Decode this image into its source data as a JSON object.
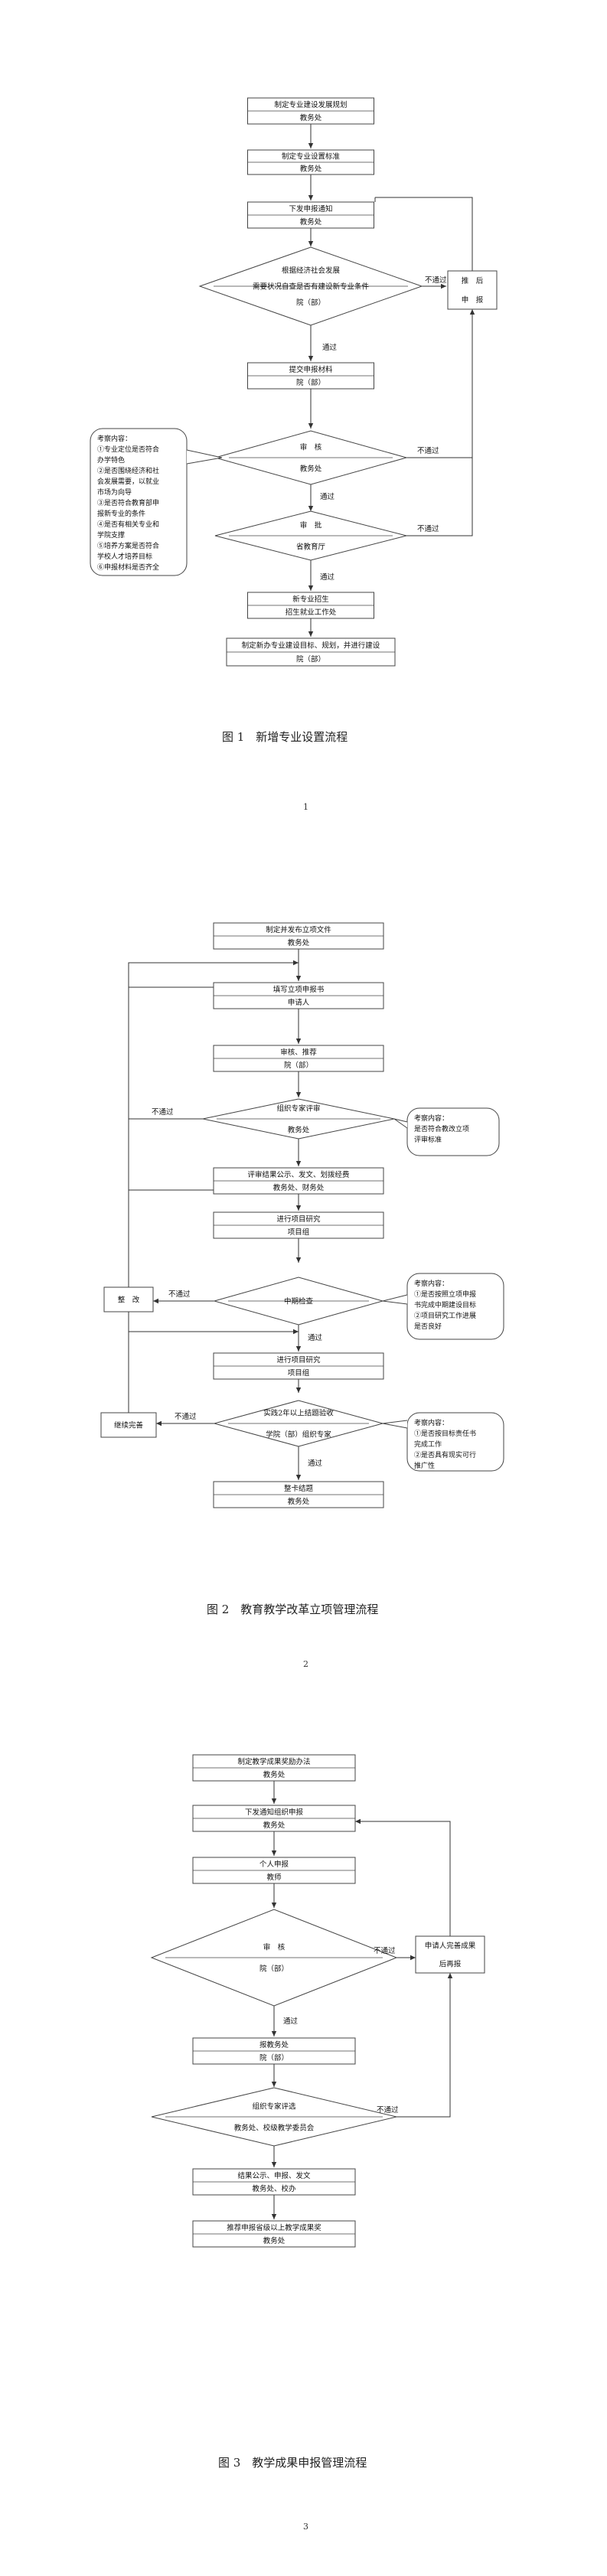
{
  "pages": [
    {
      "caption": "图 1　新增专业设置流程",
      "page_number": "1",
      "nodes": {
        "p1_plan": [
          "制定专业建设发展规划",
          "教务处"
        ],
        "p1_std": [
          "制定专业设置标准",
          "教务处"
        ],
        "p1_notice": [
          "下发申报通知",
          "教务处"
        ],
        "p1_decide": [
          "根据经济社会发展",
          "需要状况自查是否有建设新专业条件",
          "院（部）"
        ],
        "p1_defer": [
          "推　后",
          "申　报"
        ],
        "p1_submit": [
          "提交申报材料",
          "院（部）"
        ],
        "p1_review": [
          "审　核",
          "教务处"
        ],
        "p1_approve": [
          "审　批",
          "省教育厅"
        ],
        "p1_enroll": [
          "新专业招生",
          "招生就业工作处"
        ],
        "p1_goal": [
          "制定新办专业建设目标、规划，并进行建设",
          "院（部）"
        ],
        "p1_note": [
          "考察内容：",
          "①专业定位是否符合",
          "办学特色",
          "②是否围绕经济和社",
          "会发展需要，以就业",
          "市场为向导",
          "③是否符合教育部申",
          "报新专业的条件",
          "④是否有相关专业和",
          "学院支撑",
          "⑤培养方案是否符合",
          "学校人才培养目标",
          "⑥申报材料是否齐全"
        ]
      },
      "edges": {
        "not_pass": "不通过",
        "pass": "通过"
      }
    },
    {
      "caption": "图 2　教育教学改革立项管理流程",
      "page_number": "2",
      "nodes": {
        "p2_file": [
          "制定并发布立项文件",
          "教务处"
        ],
        "p2_apply": [
          "填写立项申报书",
          "申请人"
        ],
        "p2_recommend": [
          "审核、推荐",
          "院（部）"
        ],
        "p2_expert": [
          "组织专家评审",
          "教务处"
        ],
        "p2_publish": [
          "评审结果公示、发文、划拨经费",
          "教务处、财务处"
        ],
        "p2_research1": [
          "进行项目研究",
          "项目组"
        ],
        "p2_mid": [
          "中期检查"
        ],
        "p2_fix": [
          "整　改"
        ],
        "p2_research2": [
          "进行项目研究",
          "项目组"
        ],
        "p2_final": [
          "实践2年以上结题验收",
          "学院（部）组织专家"
        ],
        "p2_continue": [
          "继续完善"
        ],
        "p2_archive": [
          "整卡结题",
          "教务处"
        ],
        "p2_note1": [
          "考察内容：",
          "是否符合教改立项",
          "评审标准"
        ],
        "p2_note2": [
          "考察内容：",
          "①是否按照立项申报",
          "书完成中期建设目标",
          "②项目研究工作进展",
          "是否良好"
        ],
        "p2_note3": [
          "考察内容：",
          "①是否按目标责任书",
          "完成工作",
          "②是否具有现实可行",
          "推广性"
        ]
      },
      "edges": {
        "not_pass": "不通过",
        "pass": "通过"
      }
    },
    {
      "caption": "图 3　教学成果申报管理流程",
      "page_number": "3",
      "nodes": {
        "p3_policy": [
          "制定教学成果奖励办法",
          "教务处"
        ],
        "p3_notice": [
          "下发通知组织申报",
          "教务处"
        ],
        "p3_apply": [
          "个人申报",
          "教师"
        ],
        "p3_review": [
          "审　核",
          "院（部）"
        ],
        "p3_redo": [
          "申请人完善成果",
          "后再报"
        ],
        "p3_report": [
          "报教务处",
          "院（部）"
        ],
        "p3_expert": [
          "组织专家评选",
          "教务处、校级教学委员会"
        ],
        "p3_publish": [
          "结果公示、申报、发文",
          "教务处、校办"
        ],
        "p3_recommend": [
          "推荐申报省级以上教学成果奖",
          "教务处"
        ]
      },
      "edges": {
        "not_pass": "不通过",
        "pass": "通过"
      }
    }
  ]
}
